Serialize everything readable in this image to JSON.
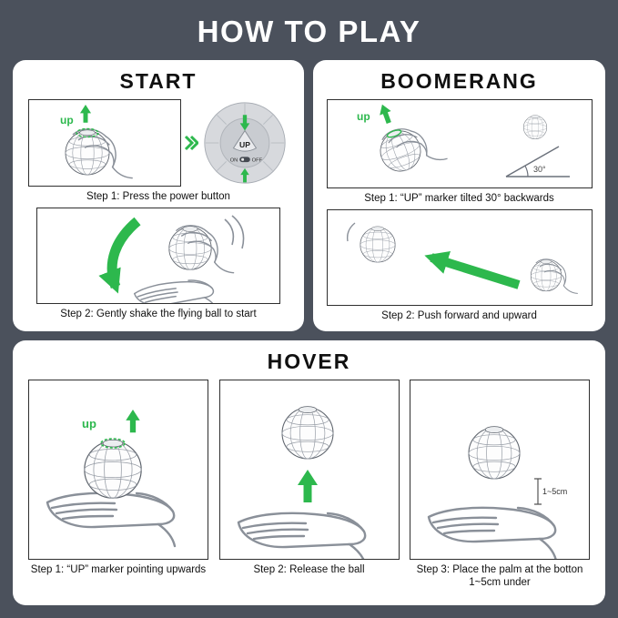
{
  "title": "HOW TO PLAY",
  "colors": {
    "background": "#4b515c",
    "panel": "#ffffff",
    "accent_green": "#2db84d",
    "text": "#101010"
  },
  "labels": {
    "up_marker": "up",
    "button_up": "UP",
    "on": "ON",
    "off": "OFF",
    "angle_30": "30°",
    "distance": "1~5cm"
  },
  "panels": {
    "start": {
      "title": "START",
      "steps": [
        {
          "caption": "Step 1: Press the power button"
        },
        {
          "caption": "Step 2: Gently shake the flying ball to start"
        }
      ]
    },
    "boomerang": {
      "title": "BOOMERANG",
      "steps": [
        {
          "caption": "Step 1: “UP” marker tilted 30° backwards"
        },
        {
          "caption": "Step 2: Push forward and upward"
        }
      ]
    },
    "hover": {
      "title": "HOVER",
      "steps": [
        {
          "caption": "Step 1: “UP” marker pointing upwards"
        },
        {
          "caption": "Step 2: Release the ball"
        },
        {
          "caption": "Step 3: Place the palm at the botton 1~5cm under"
        }
      ]
    }
  }
}
